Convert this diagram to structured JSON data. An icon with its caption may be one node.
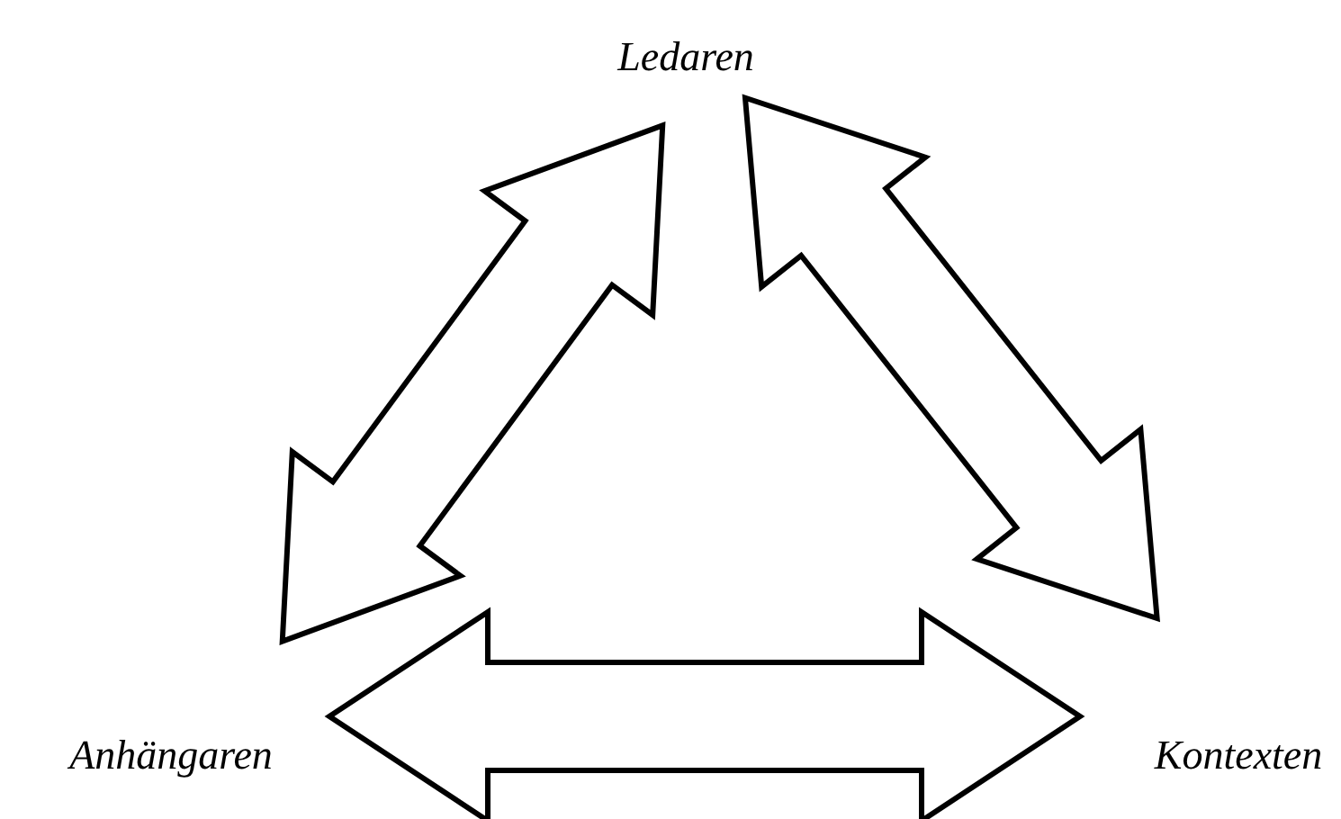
{
  "diagram": {
    "nodes": [
      {
        "text": [
          "Ledaren"
        ]
      },
      {
        "text": [
          "Anhängaren"
        ]
      },
      {
        "text": [
          "Kontexten"
        ]
      }
    ],
    "edges": [
      {
        "from": 0,
        "to": 1,
        "arrow": "both"
      },
      {
        "from": 0,
        "to": 2,
        "arrow": "both"
      },
      {
        "from": 1,
        "to": 2,
        "arrow": "both"
      }
    ]
  }
}
